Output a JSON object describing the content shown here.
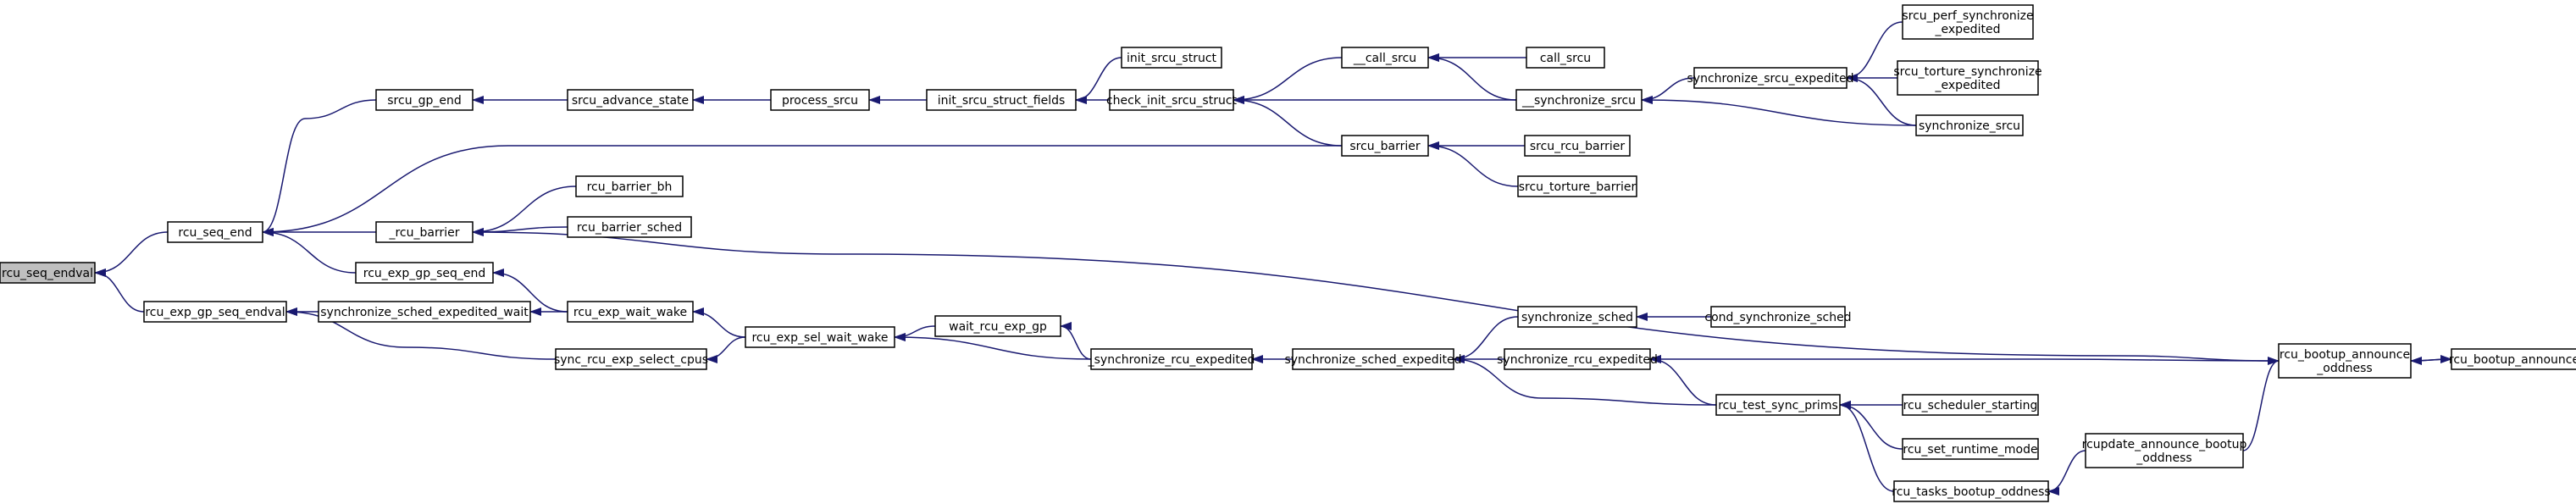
{
  "colors": {
    "edge": "#191970",
    "node_fill": "#ffffff",
    "node_border": "#000000",
    "highlight_fill": "#bfbfbf"
  },
  "nodes": [
    {
      "id": "rcu_seq_endval",
      "lines": [
        "rcu_seq_endval"
      ],
      "highlight": true
    },
    {
      "id": "rcu_seq_end",
      "lines": [
        "rcu_seq_end"
      ]
    },
    {
      "id": "rcu_exp_gp_seq_endval",
      "lines": [
        "rcu_exp_gp_seq_endval"
      ]
    },
    {
      "id": "srcu_gp_end",
      "lines": [
        "srcu_gp_end"
      ]
    },
    {
      "id": "_rcu_barrier",
      "lines": [
        "_rcu_barrier"
      ]
    },
    {
      "id": "rcu_exp_gp_seq_end",
      "lines": [
        "rcu_exp_gp_seq_end"
      ]
    },
    {
      "id": "synchronize_sched_expedited_wait",
      "lines": [
        "synchronize_sched_expedited_wait"
      ]
    },
    {
      "id": "sync_rcu_exp_select_cpus",
      "lines": [
        "sync_rcu_exp_select_cpus"
      ]
    },
    {
      "id": "srcu_advance_state",
      "lines": [
        "srcu_advance_state"
      ]
    },
    {
      "id": "rcu_barrier_bh",
      "lines": [
        "rcu_barrier_bh"
      ]
    },
    {
      "id": "rcu_barrier_sched",
      "lines": [
        "rcu_barrier_sched"
      ]
    },
    {
      "id": "rcu_exp_wait_wake",
      "lines": [
        "rcu_exp_wait_wake"
      ]
    },
    {
      "id": "process_srcu",
      "lines": [
        "process_srcu"
      ]
    },
    {
      "id": "rcu_exp_sel_wait_wake",
      "lines": [
        "rcu_exp_sel_wait_wake"
      ]
    },
    {
      "id": "init_srcu_struct_fields",
      "lines": [
        "init_srcu_struct_fields"
      ]
    },
    {
      "id": "wait_rcu_exp_gp",
      "lines": [
        "wait_rcu_exp_gp"
      ]
    },
    {
      "id": "init_srcu_struct",
      "lines": [
        "init_srcu_struct"
      ]
    },
    {
      "id": "check_init_srcu_struct",
      "lines": [
        "check_init_srcu_struct"
      ]
    },
    {
      "id": "_synchronize_rcu_expedited",
      "lines": [
        "_synchronize_rcu_expedited"
      ]
    },
    {
      "id": "__call_srcu",
      "lines": [
        "__call_srcu"
      ]
    },
    {
      "id": "srcu_barrier",
      "lines": [
        "srcu_barrier"
      ]
    },
    {
      "id": "synchronize_sched_expedited",
      "lines": [
        "synchronize_sched_expedited"
      ]
    },
    {
      "id": "call_srcu",
      "lines": [
        "call_srcu"
      ]
    },
    {
      "id": "__synchronize_srcu",
      "lines": [
        "__synchronize_srcu"
      ]
    },
    {
      "id": "srcu_rcu_barrier",
      "lines": [
        "srcu_rcu_barrier"
      ]
    },
    {
      "id": "srcu_torture_barrier",
      "lines": [
        "srcu_torture_barrier"
      ]
    },
    {
      "id": "synchronize_sched",
      "lines": [
        "synchronize_sched"
      ]
    },
    {
      "id": "synchronize_rcu_expedited",
      "lines": [
        "synchronize_rcu_expedited"
      ]
    },
    {
      "id": "synchronize_srcu_expedited",
      "lines": [
        "synchronize_srcu_expedited"
      ]
    },
    {
      "id": "cond_synchronize_sched",
      "lines": [
        "cond_synchronize_sched"
      ]
    },
    {
      "id": "rcu_test_sync_prims",
      "lines": [
        "rcu_test_sync_prims"
      ]
    },
    {
      "id": "srcu_perf_synchronize_expedited",
      "lines": [
        "srcu_perf_synchronize",
        "_expedited"
      ]
    },
    {
      "id": "srcu_torture_synchronize_expedited",
      "lines": [
        "srcu_torture_synchronize",
        "_expedited"
      ]
    },
    {
      "id": "synchronize_srcu",
      "lines": [
        "synchronize_srcu"
      ]
    },
    {
      "id": "rcu_scheduler_starting",
      "lines": [
        "rcu_scheduler_starting"
      ]
    },
    {
      "id": "rcu_set_runtime_mode",
      "lines": [
        "rcu_set_runtime_mode"
      ]
    },
    {
      "id": "rcu_tasks_bootup_oddness",
      "lines": [
        "rcu_tasks_bootup_oddness"
      ]
    },
    {
      "id": "rcupdate_announce_bootup_oddness",
      "lines": [
        "rcupdate_announce_bootup",
        "_oddness"
      ]
    },
    {
      "id": "rcu_bootup_announce_oddness",
      "lines": [
        "rcu_bootup_announce",
        "_oddness"
      ]
    },
    {
      "id": "rcu_bootup_announce",
      "lines": [
        "rcu_bootup_announce"
      ]
    }
  ],
  "edges": [
    [
      "rcu_seq_end",
      "rcu_seq_endval"
    ],
    [
      "rcu_exp_gp_seq_endval",
      "rcu_seq_endval"
    ],
    [
      "srcu_gp_end",
      "rcu_seq_end"
    ],
    [
      "srcu_barrier",
      "rcu_seq_end"
    ],
    [
      "_rcu_barrier",
      "rcu_seq_end"
    ],
    [
      "rcu_exp_gp_seq_end",
      "rcu_seq_end"
    ],
    [
      "synchronize_sched_expedited_wait",
      "rcu_exp_gp_seq_endval"
    ],
    [
      "sync_rcu_exp_select_cpus",
      "rcu_exp_gp_seq_endval"
    ],
    [
      "srcu_advance_state",
      "srcu_gp_end"
    ],
    [
      "process_srcu",
      "srcu_advance_state"
    ],
    [
      "init_srcu_struct_fields",
      "process_srcu"
    ],
    [
      "init_srcu_struct",
      "init_srcu_struct_fields"
    ],
    [
      "check_init_srcu_struct",
      "init_srcu_struct_fields"
    ],
    [
      "__call_srcu",
      "check_init_srcu_struct"
    ],
    [
      "__synchronize_srcu",
      "check_init_srcu_struct"
    ],
    [
      "srcu_barrier",
      "check_init_srcu_struct"
    ],
    [
      "call_srcu",
      "__call_srcu"
    ],
    [
      "__synchronize_srcu",
      "__call_srcu"
    ],
    [
      "synchronize_srcu_expedited",
      "__synchronize_srcu"
    ],
    [
      "synchronize_srcu",
      "__synchronize_srcu"
    ],
    [
      "srcu_perf_synchronize_expedited",
      "synchronize_srcu_expedited"
    ],
    [
      "srcu_torture_synchronize_expedited",
      "synchronize_srcu_expedited"
    ],
    [
      "synchronize_srcu",
      "synchronize_srcu_expedited"
    ],
    [
      "srcu_rcu_barrier",
      "srcu_barrier"
    ],
    [
      "srcu_torture_barrier",
      "srcu_barrier"
    ],
    [
      "rcu_barrier_bh",
      "_rcu_barrier"
    ],
    [
      "rcu_barrier_sched",
      "_rcu_barrier"
    ],
    [
      "rcu_bootup_announce_oddness",
      "_rcu_barrier"
    ],
    [
      "rcu_exp_wait_wake",
      "rcu_exp_gp_seq_end"
    ],
    [
      "rcu_exp_wait_wake",
      "synchronize_sched_expedited_wait"
    ],
    [
      "rcu_exp_sel_wait_wake",
      "rcu_exp_wait_wake"
    ],
    [
      "rcu_exp_sel_wait_wake",
      "sync_rcu_exp_select_cpus"
    ],
    [
      "wait_rcu_exp_gp",
      "rcu_exp_sel_wait_wake"
    ],
    [
      "_synchronize_rcu_expedited",
      "rcu_exp_sel_wait_wake"
    ],
    [
      "_synchronize_rcu_expedited",
      "wait_rcu_exp_gp"
    ],
    [
      "synchronize_sched_expedited",
      "_synchronize_rcu_expedited"
    ],
    [
      "synchronize_sched",
      "synchronize_sched_expedited"
    ],
    [
      "synchronize_rcu_expedited",
      "synchronize_sched_expedited"
    ],
    [
      "rcu_test_sync_prims",
      "synchronize_sched_expedited"
    ],
    [
      "cond_synchronize_sched",
      "synchronize_sched"
    ],
    [
      "rcu_test_sync_prims",
      "synchronize_rcu_expedited"
    ],
    [
      "rcu_bootup_announce_oddness",
      "synchronize_rcu_expedited"
    ],
    [
      "rcu_scheduler_starting",
      "rcu_test_sync_prims"
    ],
    [
      "rcu_set_runtime_mode",
      "rcu_test_sync_prims"
    ],
    [
      "rcu_tasks_bootup_oddness",
      "rcu_test_sync_prims"
    ],
    [
      "rcupdate_announce_bootup_oddness",
      "rcu_tasks_bootup_oddness"
    ],
    [
      "rcupdate_announce_bootup_oddness",
      "rcu_bootup_announce_oddness"
    ],
    [
      "rcu_bootup_announce",
      "rcu_bootup_announce_oddness"
    ],
    [
      "rcu_bootup_announce_oddness",
      "rcu_bootup_announce"
    ]
  ]
}
